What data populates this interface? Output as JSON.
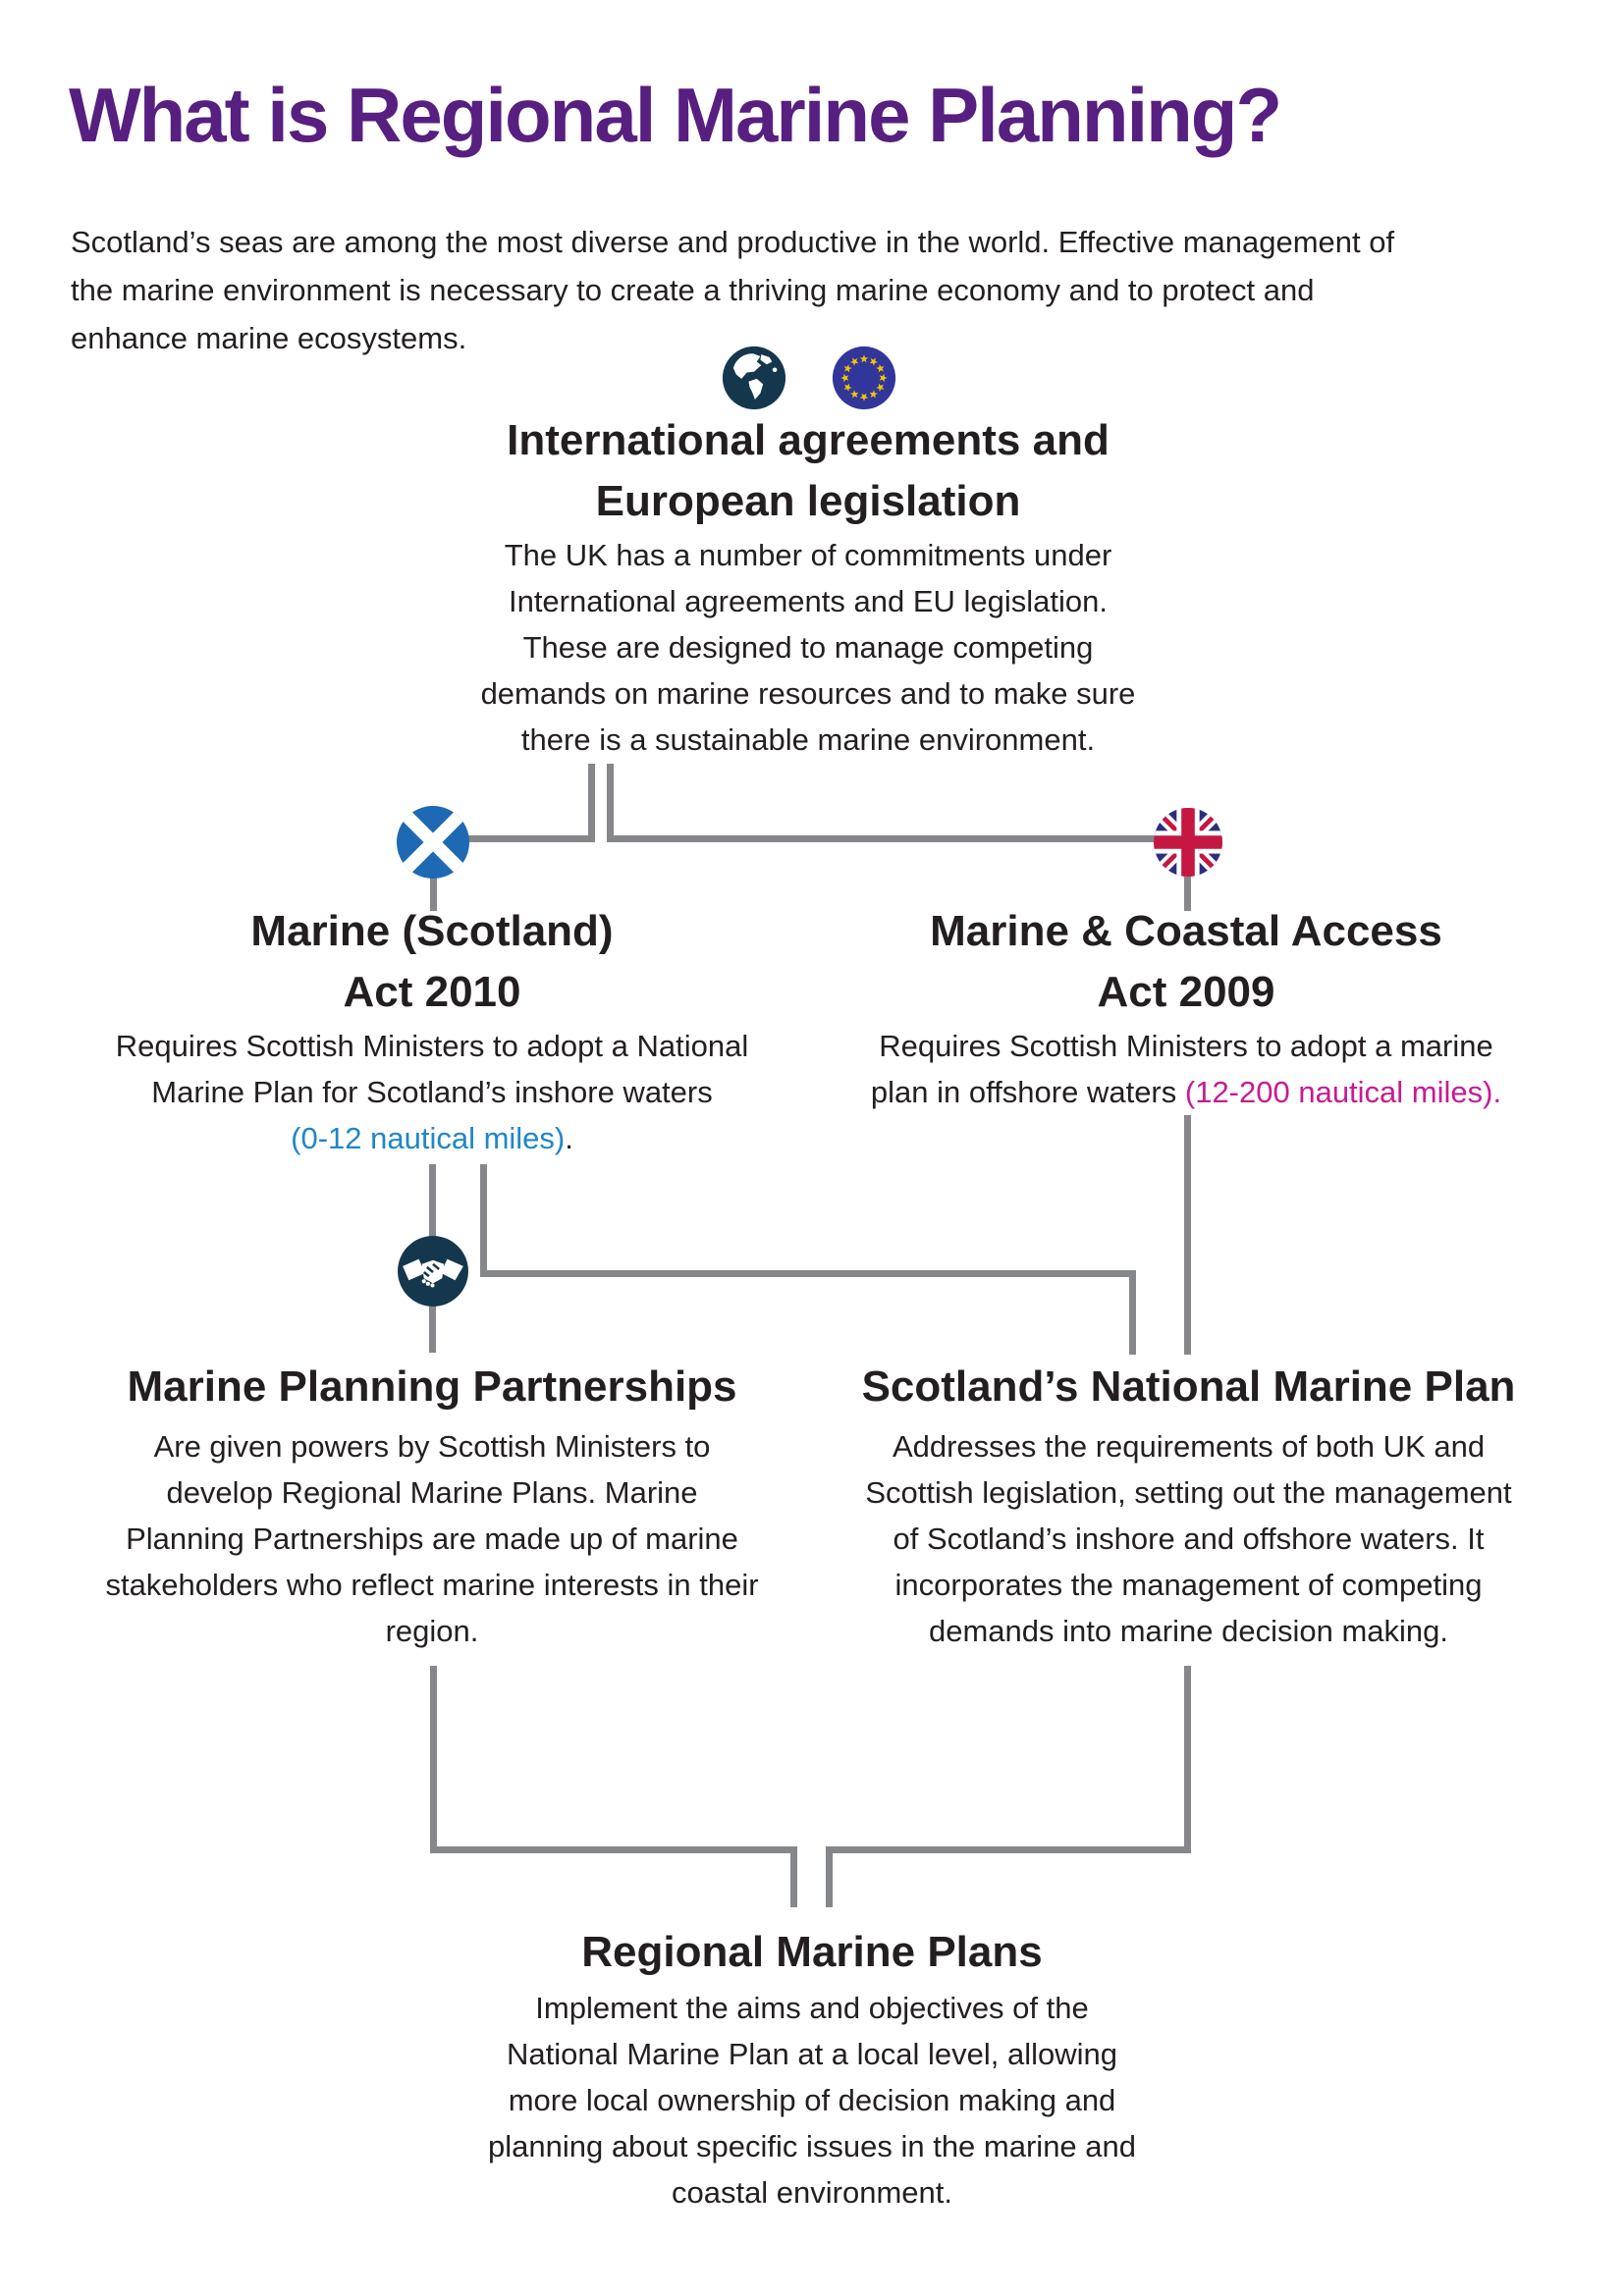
{
  "title": "What is Regional Marine Planning?",
  "intro": {
    "lines": [
      "Scotland’s seas are among the most diverse and productive in the world. Effective management of",
      "the marine environment is necessary to create a thriving marine economy and to protect and",
      "enhance marine ecosystems."
    ]
  },
  "sections": {
    "international": {
      "icons": [
        "globe-icon",
        "eu-flag-icon"
      ],
      "heading_lines": [
        "International agreements and",
        "European legislation"
      ],
      "body_lines": [
        "The UK has a number of commitments under",
        "International agreements and EU legislation.",
        "These are designed to manage competing",
        "demands on marine resources and to make sure",
        "there is a sustainable marine environment."
      ]
    },
    "marine_scotland_act": {
      "icon": "scotland-flag-icon",
      "heading_lines": [
        "Marine (Scotland)",
        "Act 2010"
      ],
      "body_lines": [
        "Requires Scottish Ministers to adopt a National",
        "Marine Plan for Scotland’s inshore waters"
      ],
      "highlight": "(0-12 nautical miles)",
      "suffix": "."
    },
    "marine_coastal_access_act": {
      "icon": "uk-flag-icon",
      "heading_lines": [
        "Marine & Coastal Access",
        "Act 2009"
      ],
      "body_lines": [
        "Requires Scottish Ministers to adopt a marine"
      ],
      "line2_prefix": "plan in offshore waters ",
      "highlight": "(12-200 nautical miles)."
    },
    "marine_planning_partnerships": {
      "icon": "handshake-icon",
      "heading": "Marine Planning Partnerships",
      "body_lines": [
        "Are given powers by Scottish Ministers to",
        "develop Regional Marine Plans. Marine",
        "Planning Partnerships are made up of marine",
        "stakeholders who reflect marine interests in their",
        "region."
      ]
    },
    "national_marine_plan": {
      "heading": "Scotland’s National Marine Plan",
      "body_lines": [
        "Addresses the requirements of both UK and",
        "Scottish legislation, setting out the management",
        "of Scotland’s inshore and offshore waters. It",
        "incorporates the management of competing",
        "demands into marine decision making."
      ]
    },
    "regional_marine_plans": {
      "heading": "Regional Marine Plans",
      "body_lines": [
        "Implement the aims and objectives of the",
        "National Marine Plan at a local level, allowing",
        "more local ownership of decision making and",
        "planning about specific issues in the marine and",
        "coastal environment."
      ]
    }
  },
  "colors": {
    "title_purple": "#571f80",
    "text_black": "#231f20",
    "line_gray": "#85878a",
    "icon_navy": "#15374e",
    "inshore_blue": "#1f87c7",
    "offshore_magenta": "#c71b92",
    "scotland_blue": "#1d69b3",
    "eu_blue": "#32369a",
    "eu_star_gold": "#f2c500",
    "uk_navy": "#2b2e7e",
    "uk_red": "#c51741"
  }
}
